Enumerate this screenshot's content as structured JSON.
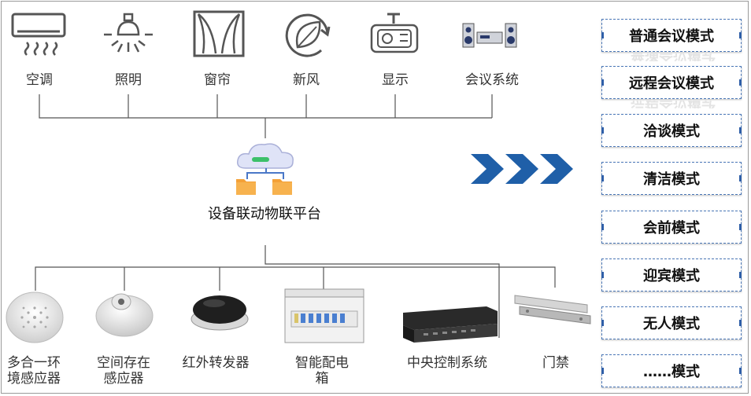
{
  "diagram": {
    "subsystems": [
      {
        "label": "空调",
        "icon": "air-conditioner-icon"
      },
      {
        "label": "照明",
        "icon": "light-bulb-icon"
      },
      {
        "label": "窗帘",
        "icon": "curtain-icon"
      },
      {
        "label": "新风",
        "icon": "fresh-air-leaf-icon"
      },
      {
        "label": "显示",
        "icon": "projector-icon"
      },
      {
        "label": "会议系统",
        "icon": "audio-system-icon"
      }
    ],
    "platform": {
      "label": "设备联动物联平台",
      "icon": "cloud-server-icon"
    },
    "devices": [
      {
        "label": "多合一环境感应器",
        "icon": "multi-sensor-icon"
      },
      {
        "label": "空间存在感应器",
        "icon": "presence-sensor-icon"
      },
      {
        "label": "红外转发器",
        "icon": "ir-transmitter-icon"
      },
      {
        "label": "智能配电箱",
        "icon": "distribution-box-icon"
      },
      {
        "label": "中央控制系统",
        "icon": "central-controller-icon"
      },
      {
        "label": "门禁",
        "icon": "magnetic-lock-icon"
      }
    ],
    "arrow_color": "#1f5fa8",
    "modes": [
      "普通会议模式",
      "远程会议模式",
      "洽谈模式",
      "清洁模式",
      "会前模式",
      "迎宾模式",
      "无人模式",
      "……模式"
    ]
  }
}
